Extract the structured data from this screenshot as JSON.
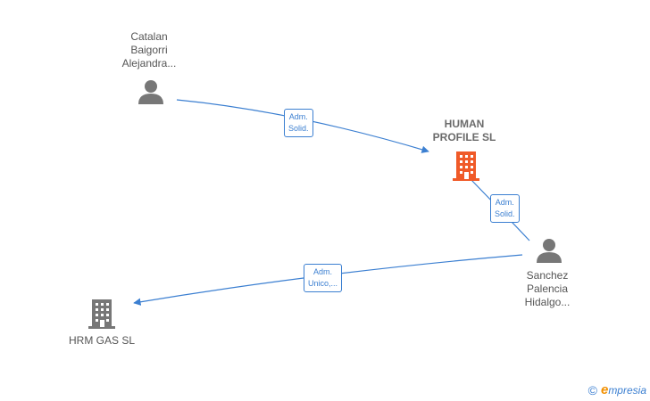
{
  "nodes": {
    "catalan": {
      "lines": [
        "Catalan",
        "Baigorri",
        "Alejandra..."
      ]
    },
    "human_profile": {
      "lines": [
        "HUMAN",
        "PROFILE  SL"
      ]
    },
    "sanchez": {
      "lines": [
        "Sanchez",
        "Palencia",
        "Hidalgo..."
      ]
    },
    "hrm_gas": {
      "lines": [
        "HRM GAS  SL"
      ]
    }
  },
  "edges": {
    "catalan_to_human": {
      "lines": [
        "Adm.",
        "Solid."
      ]
    },
    "sanchez_to_human": {
      "lines": [
        "Adm.",
        "Solid."
      ]
    },
    "sanchez_to_hrm": {
      "lines": [
        "Adm.",
        "Unico,..."
      ]
    }
  },
  "watermark": {
    "copyright": "©",
    "brand_initial": "e",
    "brand_rest": "mpresia"
  },
  "colors": {
    "edge": "#3b7fd1",
    "person": "#777777",
    "company_main": "#f05a28",
    "company": "#777777"
  }
}
